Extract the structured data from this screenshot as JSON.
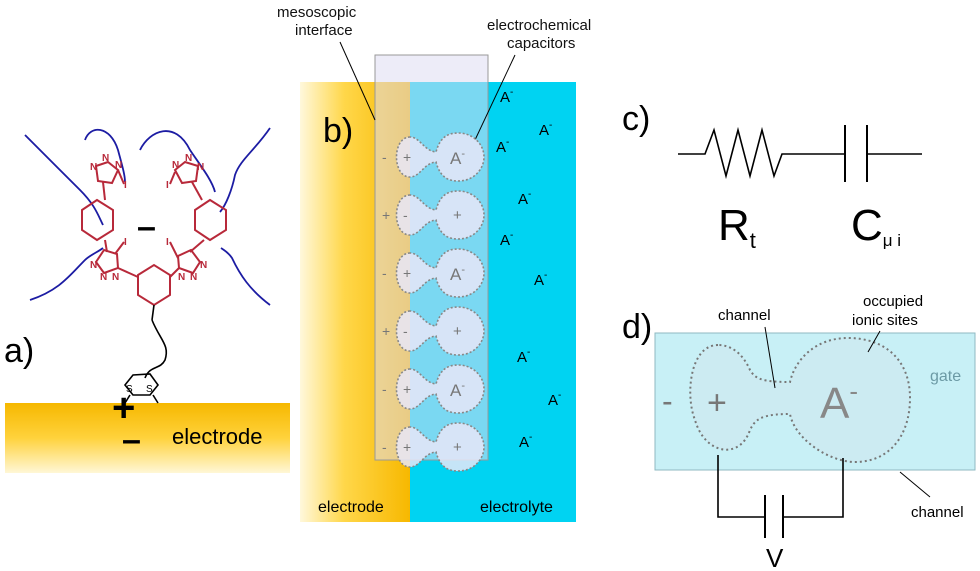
{
  "labels": {
    "panel_a": "a)",
    "panel_b": "b)",
    "panel_c": "c)",
    "panel_d": "d)"
  },
  "panel_a": {
    "plus_sign": "+",
    "minus_sign": "–",
    "center_charge": "–",
    "electrode_label": "electrode",
    "triazole_atom": "N",
    "iodine_atom": "I",
    "sulfur_atom": "S"
  },
  "panel_b": {
    "mesoscopic_interface": [
      "mesoscopic",
      "interface"
    ],
    "electrochemical_capacitors": [
      "electrochemical",
      "capacitors"
    ],
    "electrode_label": "electrode",
    "electrolyte_label": "electrolyte",
    "anion": "A",
    "anion_charge": "-",
    "capacitor_rows": [
      {
        "outer": "-",
        "inner": "+",
        "site": "A-"
      },
      {
        "outer": "+",
        "inner": "-",
        "site": "+"
      },
      {
        "outer": "-",
        "inner": "+",
        "site": "A-"
      },
      {
        "outer": "+",
        "inner": "-",
        "site": "+"
      },
      {
        "outer": "-",
        "inner": "+",
        "site": "A-"
      },
      {
        "outer": "-",
        "inner": "+",
        "site": "+"
      }
    ]
  },
  "panel_c": {
    "resistor_symbol": "R",
    "resistor_subscript": "t",
    "capacitor_symbol": "C",
    "capacitor_subscript": "μ i"
  },
  "panel_d": {
    "channel_label": "channel",
    "occupied_sites_label": [
      "occupied",
      "ionic sites"
    ],
    "gate_label": "gate",
    "channel_bottom_label": "channel",
    "minus": "-",
    "plus": "+",
    "anion": "A",
    "anion_charge": "-",
    "voltage": "V"
  },
  "colors": {
    "electrode_gold": "#f7c21b",
    "electrolyte_cyan": "#00d3f2",
    "interface_lavender": "#dcdcf2",
    "molecule_red": "#b8293a",
    "chain_blue": "#1c1ca3",
    "gate_box": "#c8f0f6"
  }
}
